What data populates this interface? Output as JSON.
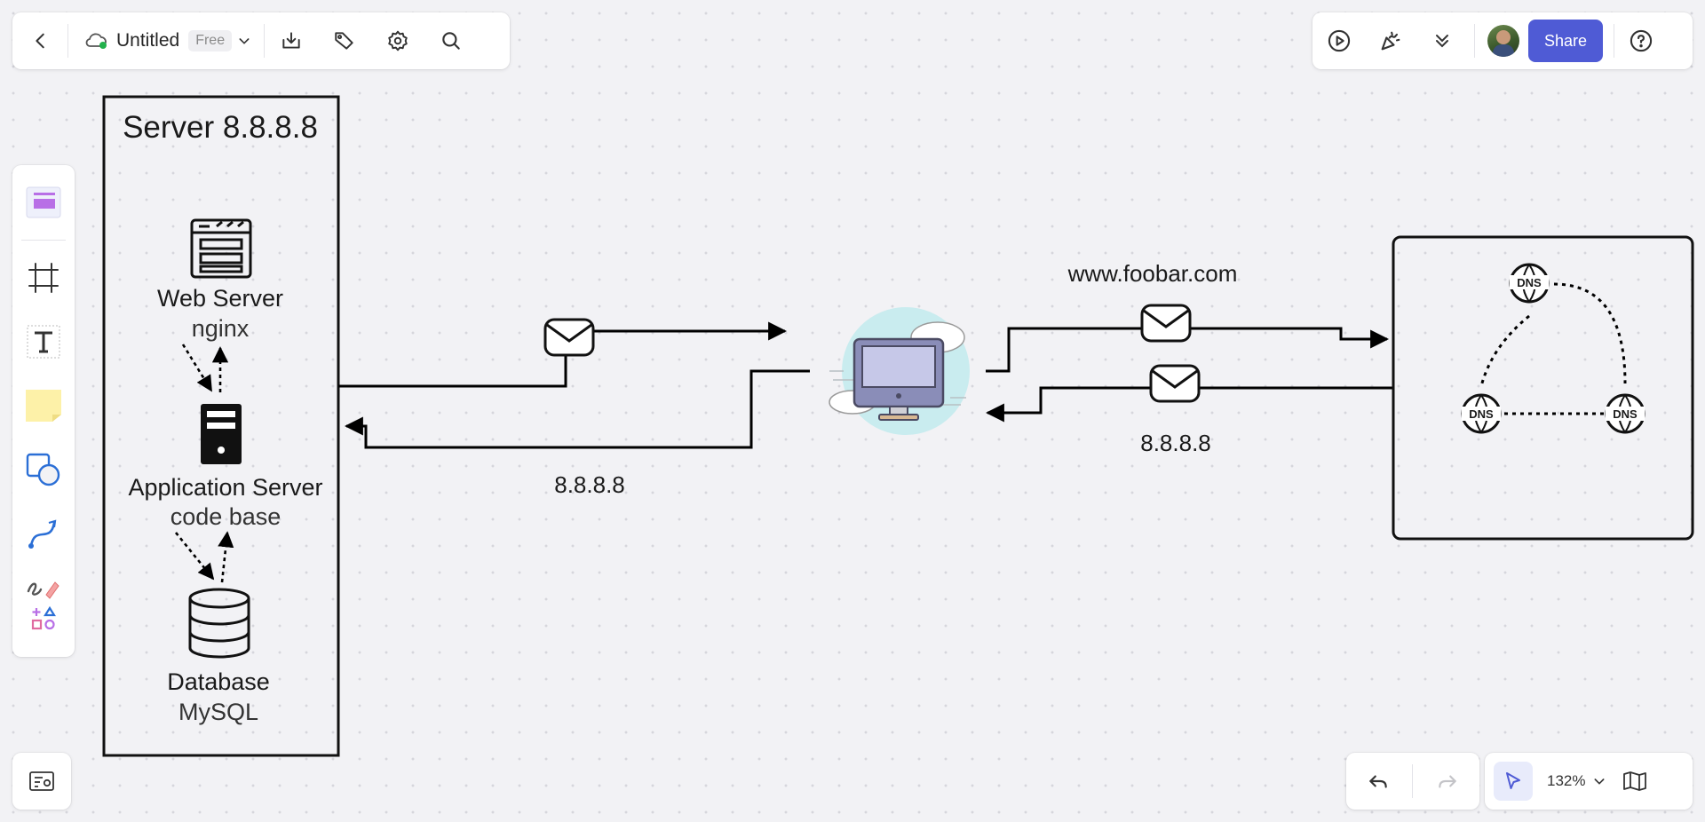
{
  "toolbar": {
    "doc_title": "Untitled",
    "plan_badge": "Free",
    "share_label": "Share",
    "zoom_level": "132%"
  },
  "canvas": {
    "server_title": "Server 8.8.8.8",
    "web_server": {
      "name": "Web Server",
      "software": "nginx"
    },
    "app_server": {
      "name": "Application Server",
      "software": "code base"
    },
    "database": {
      "name": "Database",
      "software": "MySQL"
    },
    "ip_label_left": "8.8.8.8",
    "domain_label": "www.foobar.com",
    "ip_label_right": "8.8.8.8",
    "dns_node_label": "DNS"
  },
  "colors": {
    "accent": "#4f5bd5",
    "canvas_bg": "#f2f2f5",
    "cloud_status": "#22b14c",
    "sticky_note": "#fdf1a8"
  },
  "icons": {
    "back": "chevron-left-icon",
    "cloud": "cloud-sync-icon",
    "download": "download-icon",
    "tag": "tag-icon",
    "settings": "gear-icon",
    "search": "search-icon",
    "present": "play-icon",
    "celebrate": "party-icon",
    "more": "double-chevron-down-icon",
    "help": "help-icon"
  }
}
